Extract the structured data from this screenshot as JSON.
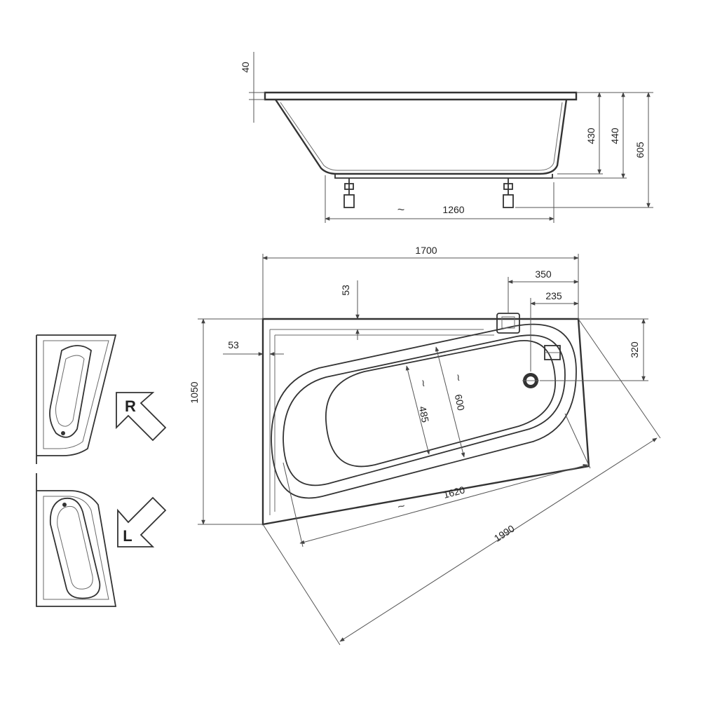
{
  "side_view": {
    "rim_thickness": "40",
    "depth_inner": "430",
    "depth_outer": "440",
    "total_height": "605",
    "leg_span": "1260",
    "approx_symbol": "~"
  },
  "top_view": {
    "length": "1700",
    "width": "1050",
    "drain_offset_long": "350",
    "drain_offset_short": "235",
    "drain_offset_side": "320",
    "rim_top": "53",
    "rim_left": "53",
    "inner_width_bottom": "485",
    "inner_width_top": "600",
    "inner_length": "1620",
    "diagonal": "1990",
    "approx_symbol": "~"
  },
  "variants": {
    "right_label": "R",
    "left_label": "L"
  }
}
